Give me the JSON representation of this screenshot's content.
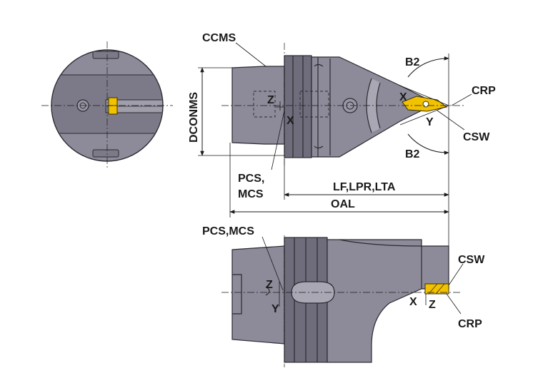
{
  "labels": {
    "ccms": "CCMS",
    "dconms": "DCONMS",
    "z_top": "Z",
    "x_top": "X",
    "x_tip": "X",
    "y_tip": "Y",
    "b2_top": "B2",
    "b2_bottom": "B2",
    "crp_top": "CRP",
    "csw_top": "CSW",
    "pcs_mcs_top_line1": "PCS,",
    "pcs_mcs_top_line2": "MCS",
    "lf_lpr_lta": "LF,LPR,LTA",
    "oal": "OAL",
    "pcs_mcs_bottom": "PCS,MCS",
    "z_bottom": "Z",
    "y_bottom": "Y",
    "x_bottom_tip": "X",
    "z_bottom_tip": "Z",
    "csw_bottom": "CSW",
    "crp_bottom": "CRP"
  },
  "colors": {
    "body": "#8d8b99",
    "body_dark": "#6f6d7c",
    "insert": "#f2c200"
  }
}
